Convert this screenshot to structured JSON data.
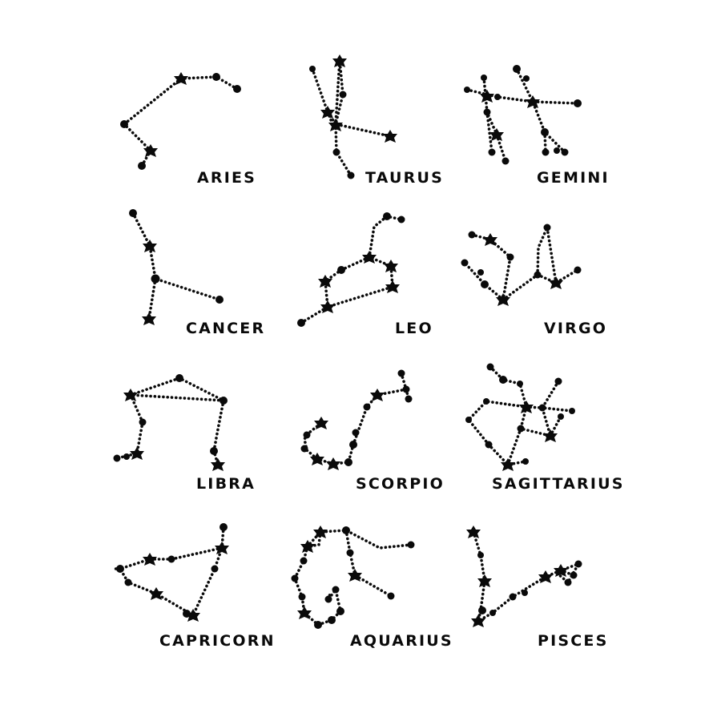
{
  "colors": {
    "ink": "#0a0a0a",
    "background": "#ffffff"
  },
  "constellations": [
    {
      "label": "ARIES",
      "icon": "aries-constellation"
    },
    {
      "label": "TAURUS",
      "icon": "taurus-constellation"
    },
    {
      "label": "GEMINI",
      "icon": "gemini-constellation"
    },
    {
      "label": "CANCER",
      "icon": "cancer-constellation"
    },
    {
      "label": "LEO",
      "icon": "leo-constellation"
    },
    {
      "label": "VIRGO",
      "icon": "virgo-constellation"
    },
    {
      "label": "LIBRA",
      "icon": "libra-constellation"
    },
    {
      "label": "SCORPIO",
      "icon": "scorpio-constellation"
    },
    {
      "label": "SAGITTARIUS",
      "icon": "sagittarius-constellation"
    },
    {
      "label": "CAPRICORN",
      "icon": "capricorn-constellation"
    },
    {
      "label": "AQUARIUS",
      "icon": "aquarius-constellation"
    },
    {
      "label": "PISCES",
      "icon": "pisces-constellation"
    }
  ]
}
